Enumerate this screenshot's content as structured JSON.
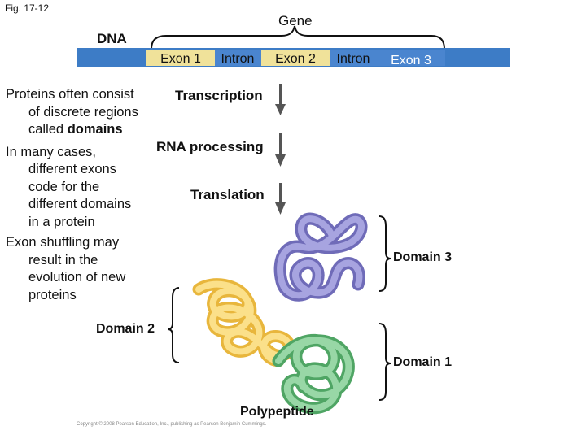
{
  "figure": {
    "fig_label": "Fig. 17-12",
    "gene_label": "Gene",
    "dna_label": "DNA",
    "segments": [
      "Exon 1",
      "Intron",
      "Exon 2",
      "Intron",
      "Exon 3"
    ],
    "colors": {
      "dna_bar": "#3d7cc6",
      "exon": "#f0e29a",
      "intron": "#4a85cf",
      "domain3": "#8e8bd1",
      "domain2": "#f8d56a",
      "domain1": "#7ec88e",
      "arrow": "#555555"
    }
  },
  "steps": {
    "transcription": "Transcription",
    "rna_processing": "RNA processing",
    "translation": "Translation"
  },
  "bullets": {
    "b1_line1": "Proteins often consist",
    "b1_line2": "of discrete regions",
    "b1_line3_pre": "called ",
    "b1_line3_bold": "domains",
    "b2_line1": "In many cases,",
    "b2_line2": "different exons",
    "b2_line3": "code for the",
    "b2_line4": "different domains",
    "b2_line5": "in a protein",
    "b3_line1": "Exon shuffling may",
    "b3_line2": "result in the",
    "b3_line3": "evolution of new",
    "b3_line4": "proteins"
  },
  "domains": {
    "domain3": "Domain 3",
    "domain2": "Domain 2",
    "domain1": "Domain 1"
  },
  "polypeptide": "Polypeptide",
  "copyright": "Copyright © 2008 Pearson Education, Inc., publishing as Pearson Benjamin Cummings."
}
